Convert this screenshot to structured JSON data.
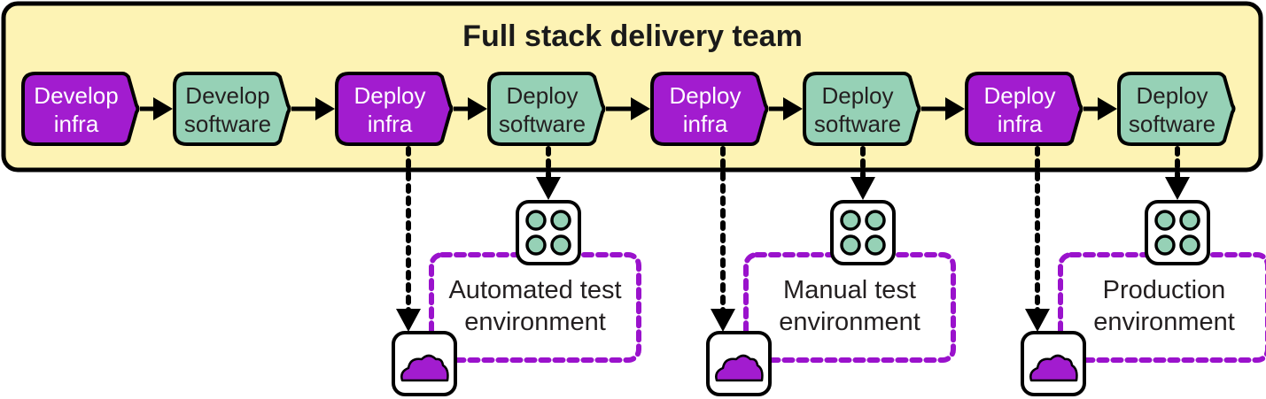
{
  "team": {
    "title": "Full stack delivery team",
    "background_color": "#fdf3b4"
  },
  "colors": {
    "infra": "#a21ccf",
    "software": "#96d1b6",
    "infra_text": "#ffffff",
    "software_text": "#231f20",
    "env_border": "#9a12cc",
    "outline": "#000000"
  },
  "steps": [
    {
      "line1": "Develop",
      "line2": "infra",
      "kind": "infra"
    },
    {
      "line1": "Develop",
      "line2": "software",
      "kind": "software"
    },
    {
      "line1": "Deploy",
      "line2": "infra",
      "kind": "infra"
    },
    {
      "line1": "Deploy",
      "line2": "software",
      "kind": "software"
    },
    {
      "line1": "Deploy",
      "line2": "infra",
      "kind": "infra"
    },
    {
      "line1": "Deploy",
      "line2": "software",
      "kind": "software"
    },
    {
      "line1": "Deploy",
      "line2": "infra",
      "kind": "infra"
    },
    {
      "line1": "Deploy",
      "line2": "software",
      "kind": "software"
    }
  ],
  "environments": [
    {
      "line1": "Automated test",
      "line2": "environment",
      "infra_icon": "cloud-icon",
      "app_icon": "application-icon"
    },
    {
      "line1": "Manual test",
      "line2": "environment",
      "infra_icon": "cloud-icon",
      "app_icon": "application-icon"
    },
    {
      "line1": "Production",
      "line2": "environment",
      "infra_icon": "cloud-icon",
      "app_icon": "application-icon"
    }
  ]
}
